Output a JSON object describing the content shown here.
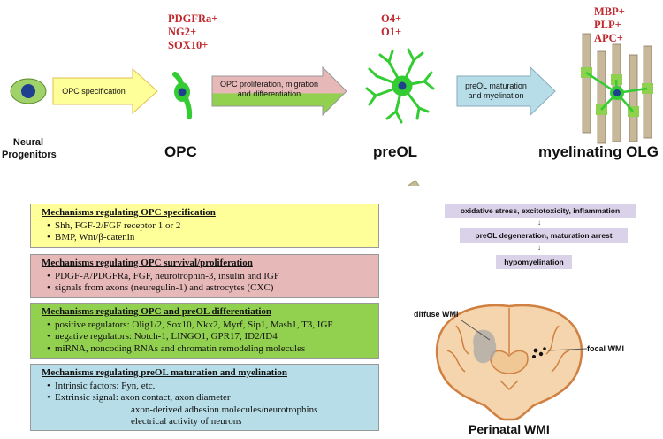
{
  "stages": {
    "neural": "Neural\nProgenitors",
    "opc": "OPC",
    "preol": "preOL",
    "olg": "myelinating OLG"
  },
  "markers": {
    "opc": "PDGFRa+\nNG2+\nSOX10+",
    "preol": "O4+\nO1+",
    "olg": "MBP+\nPLP+\nAPC+"
  },
  "arrows": {
    "spec": "OPC specification",
    "prolif": "OPC proliferation, migration\nand differentiation",
    "matur": "preOL maturation\nand myelination"
  },
  "panels": [
    {
      "title": "Mechanisms regulating OPC specification",
      "color": "#ffff99",
      "items": [
        "Shh,  FGF-2/FGF receptor 1 or 2",
        "BMP, Wnt/β-catenin"
      ]
    },
    {
      "title": "Mechanisms regulating OPC survival/proliferation",
      "color": "#e6b8b7",
      "items": [
        "PDGF-A/PDGFRa, FGF, neurotrophin-3, insulin and IGF",
        "signals from axons (neuregulin-1) and astrocytes (CXC)"
      ]
    },
    {
      "title": "Mechanisms regulating OPC and preOL differentiation",
      "color": "#92d050",
      "items": [
        "positive regulators: Olig1/2, Sox10, Nkx2, Myrf, Sip1, Mash1, T3, IGF",
        "negative regulators: Notch-1, LINGO1, GPR17, ID2/ID4",
        "miRNA, noncoding RNAs and chromatin remodeling molecules"
      ]
    },
    {
      "title": "Mechanisms regulating preOL maturation and myelination",
      "color": "#b7dee8",
      "items": [
        "Intrinsic factors: Fyn, etc.",
        "Extrinsic signal: axon contact, axon diameter"
      ],
      "extra": [
        "axon-derived adhesion molecules/neurotrophins",
        "electrical activity of neurons"
      ]
    }
  ],
  "injury": {
    "box1": "oxidative stress, excitotoxicity, inflammation",
    "box2": "preOL degeneration, maturation arrest",
    "box3": "hypomyelination",
    "down_arrow": "↓",
    "diffuse": "diffuse WMI",
    "focal": "focal WMI",
    "caption": "Perinatal WMI"
  },
  "colors": {
    "marker_red": "#c0282d",
    "arrow_yellow": "#ffff99",
    "arrow_pink": "#e6b8b7",
    "arrow_green": "#92d050",
    "arrow_blue": "#b7dee8",
    "purple_box": "#d9d2e9",
    "brain": "#f5d5ad",
    "cell_green": "#33cc33",
    "nucleus": "#1f3f8f"
  }
}
